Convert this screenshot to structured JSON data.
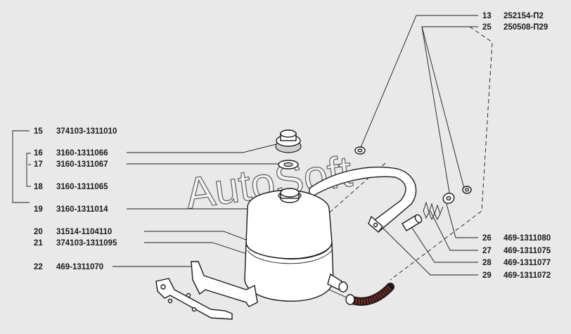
{
  "watermark": "AutoSoft",
  "parts": [
    {
      "num": "13",
      "code": "252154-П2"
    },
    {
      "num": "25",
      "code": "250508-П29"
    },
    {
      "num": "15",
      "code": "374103-1311010"
    },
    {
      "num": "16",
      "code": "3160-1311066"
    },
    {
      "num": "17",
      "code": "3160-1311067"
    },
    {
      "num": "18",
      "code": "3160-1311065"
    },
    {
      "num": "19",
      "code": "3160-1311014"
    },
    {
      "num": "20",
      "code": "31514-1104110"
    },
    {
      "num": "21",
      "code": "374103-1311095"
    },
    {
      "num": "22",
      "code": "469-1311070"
    },
    {
      "num": "26",
      "code": "469-1311080"
    },
    {
      "num": "27",
      "code": "469-1311075"
    },
    {
      "num": "28",
      "code": "469-1311077"
    },
    {
      "num": "29",
      "code": "469-1311072"
    }
  ]
}
